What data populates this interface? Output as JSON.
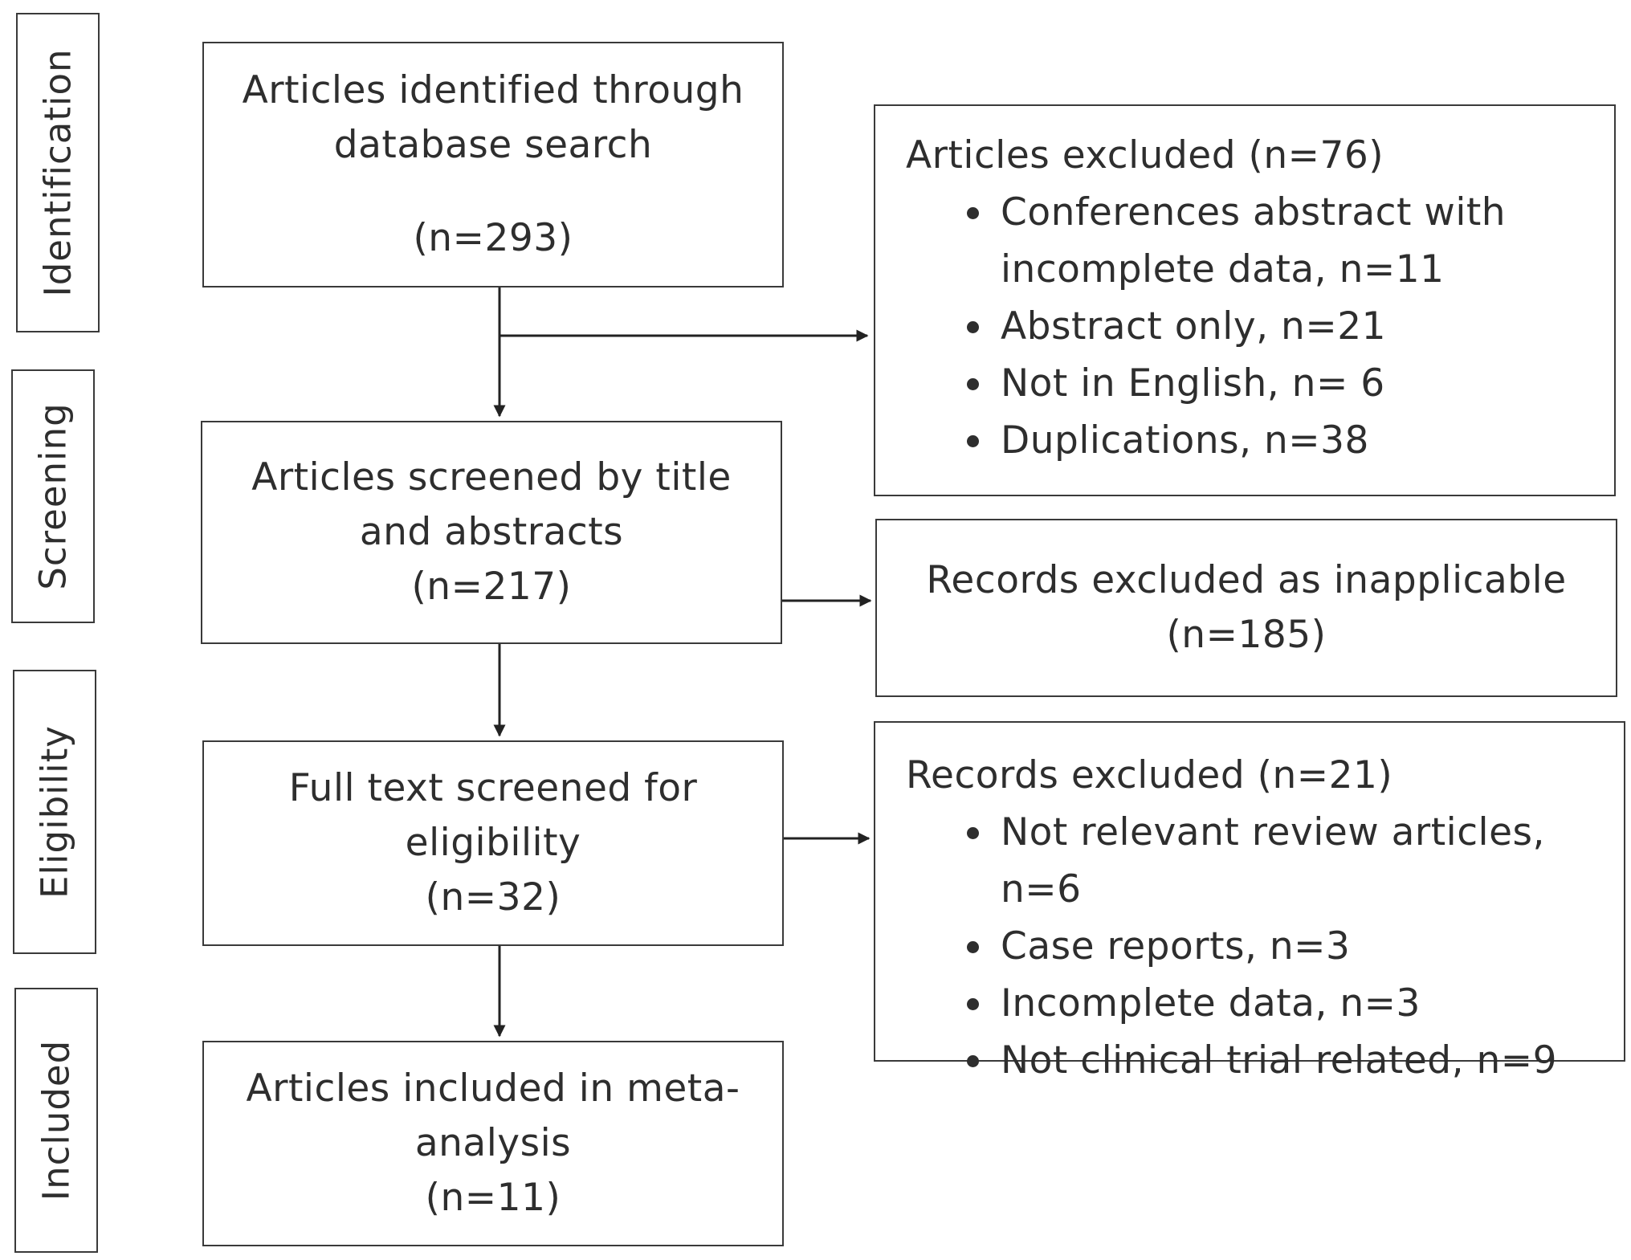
{
  "stages": [
    {
      "label": "Identification"
    },
    {
      "label": "Screening"
    },
    {
      "label": "Eligibility"
    },
    {
      "label": "Included"
    }
  ],
  "main_boxes": [
    {
      "lines": [
        "Articles identified through",
        "database search",
        "(n=293)"
      ]
    },
    {
      "lines": [
        "Articles screened by title",
        "and abstracts",
        "(n=217)"
      ]
    },
    {
      "lines": [
        "Full text screened for",
        "eligibility",
        "(n=32)"
      ]
    },
    {
      "lines": [
        "Articles included in meta-",
        "analysis",
        "(n=11)"
      ]
    }
  ],
  "exclusions": [
    {
      "title": "Articles excluded (n=76)",
      "items": [
        "Conferences abstract with incomplete data, n=11",
        "Abstract only, n=21",
        "Not in English, n= 6",
        "Duplications, n=38"
      ]
    },
    {
      "lines": [
        "Records excluded as inapplicable",
        "(n=185)"
      ]
    },
    {
      "title": "Records excluded (n=21)",
      "items": [
        "Not relevant review articles, n=6",
        "Case reports, n=3",
        "Incomplete data, n=3",
        "Not clinical trial related, n=9"
      ]
    }
  ]
}
